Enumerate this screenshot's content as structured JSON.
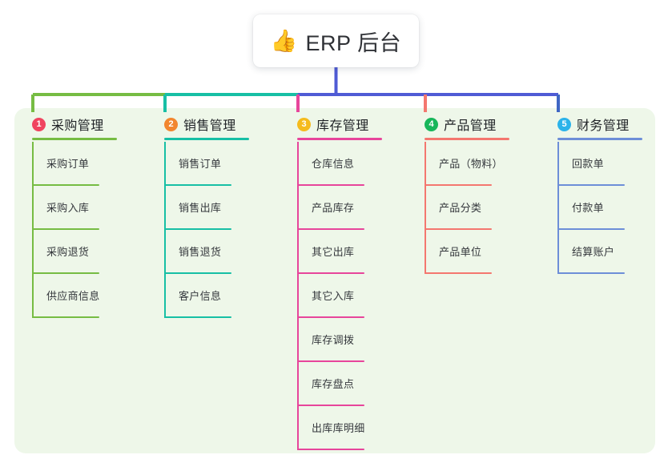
{
  "page": {
    "background": "#ffffff",
    "panel_color": "#eef7e9"
  },
  "root": {
    "emoji": "👍",
    "emoji_name": "thumbs-up-emoji",
    "label": "ERP 后台",
    "card_background": "#ffffff"
  },
  "connector": {
    "trunk_color": "#4f5bd5",
    "bar_segments": [
      {
        "color": "#76bc43"
      },
      {
        "color": "#17bfa5"
      },
      {
        "color": "#4f5bd5"
      }
    ]
  },
  "branches": [
    {
      "index": "1",
      "title": "采购管理",
      "badge_color": "#f0445f",
      "line_color": "#76bc43",
      "stub_color": "#76bc43",
      "items": [
        {
          "label": "采购订单"
        },
        {
          "label": "采购入库"
        },
        {
          "label": "采购退货"
        },
        {
          "label": "供应商信息"
        }
      ]
    },
    {
      "index": "2",
      "title": "销售管理",
      "badge_color": "#f2862f",
      "line_color": "#17bfa5",
      "stub_color": "#17bfa5",
      "items": [
        {
          "label": "销售订单"
        },
        {
          "label": "销售出库"
        },
        {
          "label": "销售退货"
        },
        {
          "label": "客户信息"
        }
      ]
    },
    {
      "index": "3",
      "title": "库存管理",
      "badge_color": "#f5bb1d",
      "line_color": "#e7459b",
      "stub_color": "#e7459b",
      "items": [
        {
          "label": "仓库信息"
        },
        {
          "label": "产品库存"
        },
        {
          "label": "其它出库"
        },
        {
          "label": "其它入库"
        },
        {
          "label": "库存调拨"
        },
        {
          "label": "库存盘点"
        },
        {
          "label": "出库库明细"
        }
      ]
    },
    {
      "index": "4",
      "title": "产品管理",
      "badge_color": "#17b65a",
      "line_color": "#f4776f",
      "stub_color": "#f4776f",
      "items": [
        {
          "label": "产品（物料）"
        },
        {
          "label": "产品分类"
        },
        {
          "label": "产品单位"
        }
      ]
    },
    {
      "index": "5",
      "title": "财务管理",
      "badge_color": "#2bb3ea",
      "line_color": "#6d8ed8",
      "stub_color": "#3f66c4",
      "items": [
        {
          "label": "回款单"
        },
        {
          "label": "付款单"
        },
        {
          "label": "结算账户"
        }
      ]
    }
  ]
}
